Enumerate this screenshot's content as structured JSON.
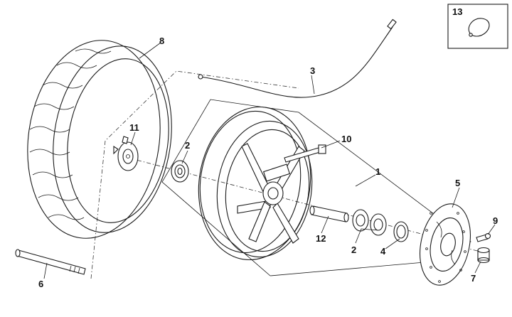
{
  "callouts": {
    "c1": "1",
    "c2a": "2",
    "c2b": "2",
    "c3": "3",
    "c4": "4",
    "c5": "5",
    "c6": "6",
    "c7": "7",
    "c8": "8",
    "c9": "9",
    "c10": "10",
    "c11": "11",
    "c12": "12",
    "c13": "13"
  },
  "colors": {
    "line": "#1a1a1a",
    "background": "#ffffff"
  }
}
